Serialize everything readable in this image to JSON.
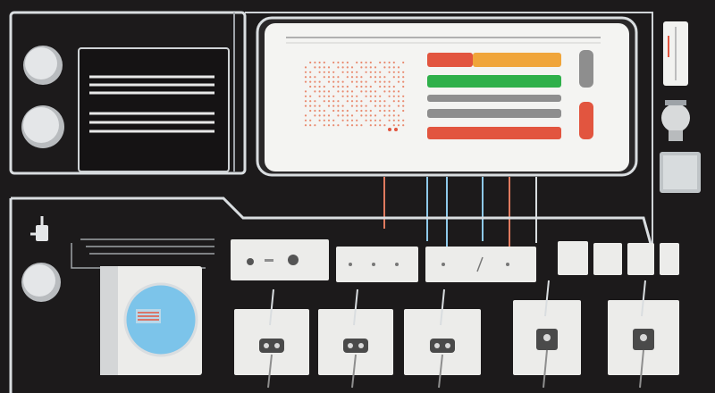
{
  "colors": {
    "background": "#1c1a1b",
    "panel_line": "#d9dde0",
    "screen_fill": "#f4f4f2",
    "orange": "#f0a53a",
    "red": "#e2553f",
    "green": "#2fb04a",
    "gray": "#8e8e8e",
    "blue": "#7cc4ea",
    "wire_red": "#e07a5f",
    "wire_blue": "#8ec9ea",
    "module_fill": "#ececea"
  },
  "main_display": {
    "bars": [
      {
        "name": "orange-red-bar",
        "segments": [
          {
            "color": "#e2553f",
            "fraction": 0.34
          },
          {
            "color": "#f0a53a",
            "fraction": 0.66
          }
        ]
      },
      {
        "name": "green-bar",
        "segments": [
          {
            "color": "#2fb04a",
            "fraction": 1.0
          }
        ]
      },
      {
        "name": "gray-bar-1",
        "segments": [
          {
            "color": "#8e8e8e",
            "fraction": 1.0
          }
        ]
      },
      {
        "name": "gray-bar-2",
        "segments": [
          {
            "color": "#8e8e8e",
            "fraction": 1.0
          }
        ]
      },
      {
        "name": "red-bar",
        "segments": [
          {
            "color": "#e2553f",
            "fraction": 1.0
          }
        ]
      }
    ],
    "side_indicators": [
      "#8e8e8e",
      "#e2553f"
    ]
  },
  "icons": {
    "knob": "round-knob-icon",
    "plug": "plug-icon",
    "bulb": "bulb-icon",
    "socket": "socket-icon",
    "gauge": "round-gauge-icon"
  }
}
